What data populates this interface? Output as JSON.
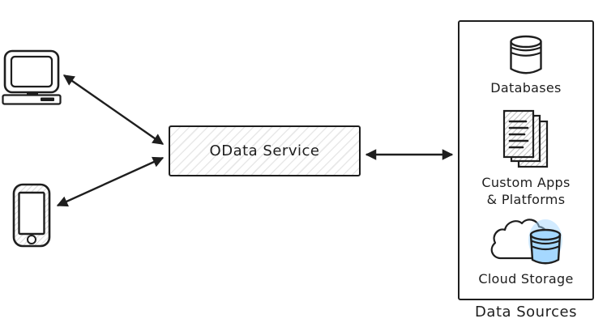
{
  "diagram": {
    "service_box": {
      "label": "OData Service"
    },
    "clients": [
      {
        "id": "desktop",
        "icon": "desktop-computer-icon"
      },
      {
        "id": "phone",
        "icon": "smartphone-icon"
      }
    ],
    "connections": [
      {
        "from": "desktop-computer",
        "to": "odata-service",
        "type": "bidirectional"
      },
      {
        "from": "smartphone",
        "to": "odata-service",
        "type": "bidirectional"
      },
      {
        "from": "odata-service",
        "to": "data-sources",
        "type": "bidirectional"
      }
    ],
    "data_sources": {
      "title": "Data Sources",
      "items": [
        {
          "icon": "database-icon",
          "lines": [
            "Databases"
          ]
        },
        {
          "icon": "documents-stack-icon",
          "lines": [
            "Custom Apps",
            "& Platforms"
          ]
        },
        {
          "icon": "cloud-storage-icon",
          "lines": [
            "Cloud Storage"
          ]
        }
      ]
    },
    "colors": {
      "stroke": "#1e1e1e",
      "cloud_bucket_fill": "#a5d8ff",
      "hatch_line": "#c8c8c8"
    }
  }
}
